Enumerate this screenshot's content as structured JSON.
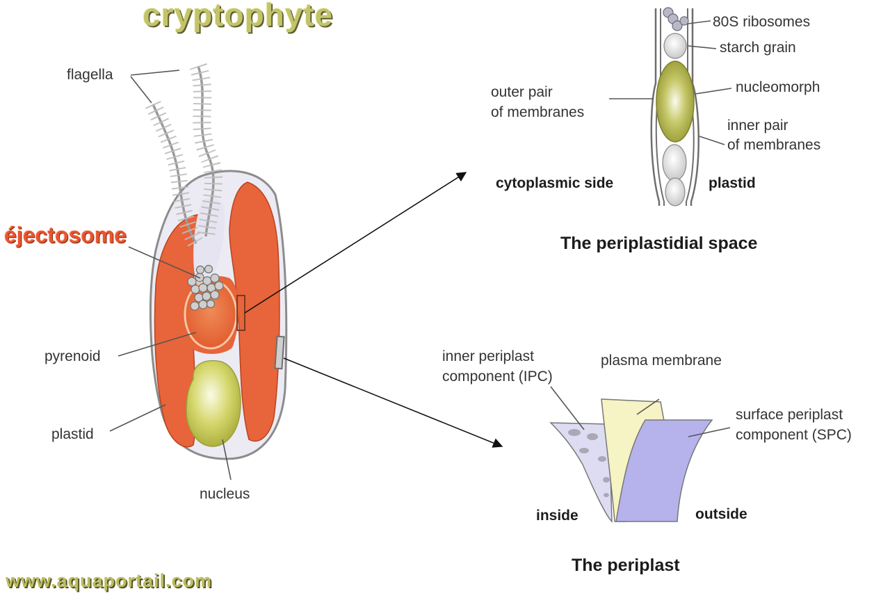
{
  "title": "cryptophyte",
  "highlight_label": "éjectosome",
  "watermark": "www.aquaportail.com",
  "cell_labels": {
    "flagella": "flagella",
    "pyrenoid": "pyrenoid",
    "plastid": "plastid",
    "nucleus": "nucleus"
  },
  "periplastidial": {
    "caption": "The periplastidial space",
    "ribosomes": "80S ribosomes",
    "starch": "starch grain",
    "nucleomorph": "nucleomorph",
    "outer_line1": "outer pair",
    "outer_line2": "of membranes",
    "inner_line1": "inner pair",
    "inner_line2": "of membranes",
    "cytoplasmic": "cytoplasmic side",
    "plastid": "plastid"
  },
  "periplast": {
    "caption": "The periplast",
    "ipc_line1": "inner periplast",
    "ipc_line2": "component (IPC)",
    "plasma": "plasma membrane",
    "spc_line1": "surface periplast",
    "spc_line2": "component (SPC)",
    "inside": "inside",
    "outside": "outside"
  },
  "colors": {
    "plastid": "#e8643a",
    "nucleus": "#c9cc5a",
    "nucleomorph": "#a9ac3a",
    "cytoplasm": "#eceaf4",
    "plasma_membrane": "#f6f3c4",
    "spc": "#b5b2ec",
    "ipc": "#dedcf2",
    "title_text": "#c3c46a",
    "ejectosome_text": "#e8552e"
  }
}
